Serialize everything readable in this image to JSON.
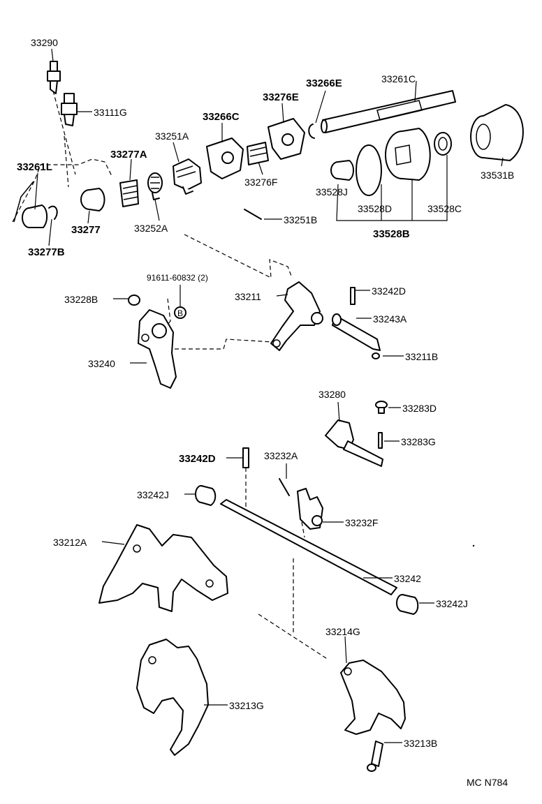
{
  "labels": {
    "p33290": "33290",
    "p33111G": "33111G",
    "p33261L": "33261L",
    "p33277A": "33277A",
    "p33277": "33277",
    "p33277B": "33277B",
    "p33251A": "33251A",
    "p33252A": "33252A",
    "p33266C": "33266C",
    "p33276E": "33276E",
    "p33276F": "33276F",
    "p33266E": "33266E",
    "p33261C": "33261C",
    "p33531B": "33531B",
    "p33528J": "33528J",
    "p33528D": "33528D",
    "p33528C": "33528C",
    "p33528B": "33528B",
    "p33251B": "33251B",
    "p91611": "91611-60832 (2)",
    "pB": "B",
    "p33228B": "33228B",
    "p33211": "33211",
    "p33242D_top": "33242D",
    "p33243A": "33243A",
    "p33240": "33240",
    "p33211B": "33211B",
    "p33280": "33280",
    "p33283D": "33283D",
    "p33283G": "33283G",
    "p33242D": "33242D",
    "p33232A": "33232A",
    "p33242J_left": "33242J",
    "p33232F": "33232F",
    "p33212A": "33212A",
    "p33242": "33242",
    "p33242J_right": "33242J",
    "p33214G": "33214G",
    "p33213G": "33213G",
    "p33213B": "33213B",
    "code": "MC N784"
  }
}
